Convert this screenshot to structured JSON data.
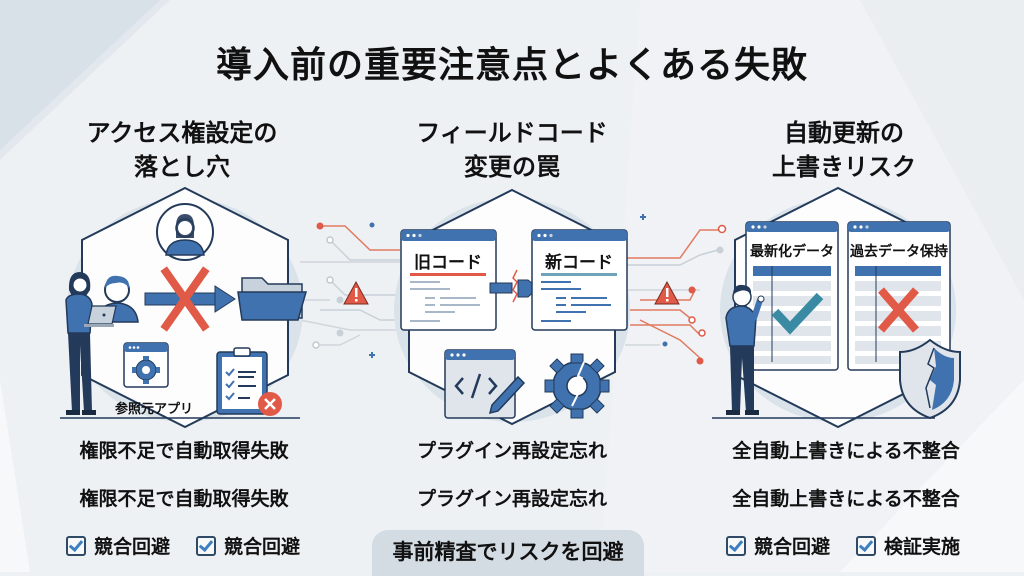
{
  "title": "導入前の重要注意点とよくある失敗",
  "colors": {
    "accent_blue": "#3f72af",
    "dark_navy": "#233a5a",
    "alert_red": "#e05a47",
    "check_teal": "#3a8aa3",
    "background": "#eef1f4"
  },
  "columns": [
    {
      "title_line1": "アクセス権設定の",
      "title_line2": "落とし穴",
      "illustration": {
        "icons": [
          "user-avatar-icon",
          "person-with-laptop-icon",
          "user-icon",
          "blocked-arrow-icon",
          "folder-icon",
          "app-settings-icon",
          "checklist-error-icon"
        ],
        "app_label": "参照元アプリ"
      },
      "descriptions": [
        "権限不足で自動取得失敗",
        "権限不足で自動取得失敗"
      ],
      "checks": [
        "競合回避",
        "競合回避"
      ]
    },
    {
      "title_line1": "フィールドコード",
      "title_line2": "変更の罠",
      "illustration": {
        "icons": [
          "old-code-window-icon",
          "broken-arrow-icon",
          "new-code-window-icon",
          "code-edit-icon",
          "broken-gear-icon",
          "warning-icon"
        ],
        "old_label": "旧コード",
        "new_label": "新コード"
      },
      "descriptions": [
        "プラグイン再設定忘れ",
        "プラグイン再設定忘れ"
      ],
      "banner": "事前精査でリスクを回避"
    },
    {
      "title_line1": "自動更新の",
      "title_line2": "上書きリスク",
      "illustration": {
        "icons": [
          "presenter-icon",
          "checkmark-icon",
          "cross-icon",
          "broken-shield-icon"
        ],
        "left_label": "最新化データ",
        "right_label": "過去データ保持"
      },
      "descriptions": [
        "全自動上書きによる不整合",
        "全自動上書きによる不整合"
      ],
      "checks": [
        "競合回避",
        "検証実施"
      ]
    }
  ]
}
